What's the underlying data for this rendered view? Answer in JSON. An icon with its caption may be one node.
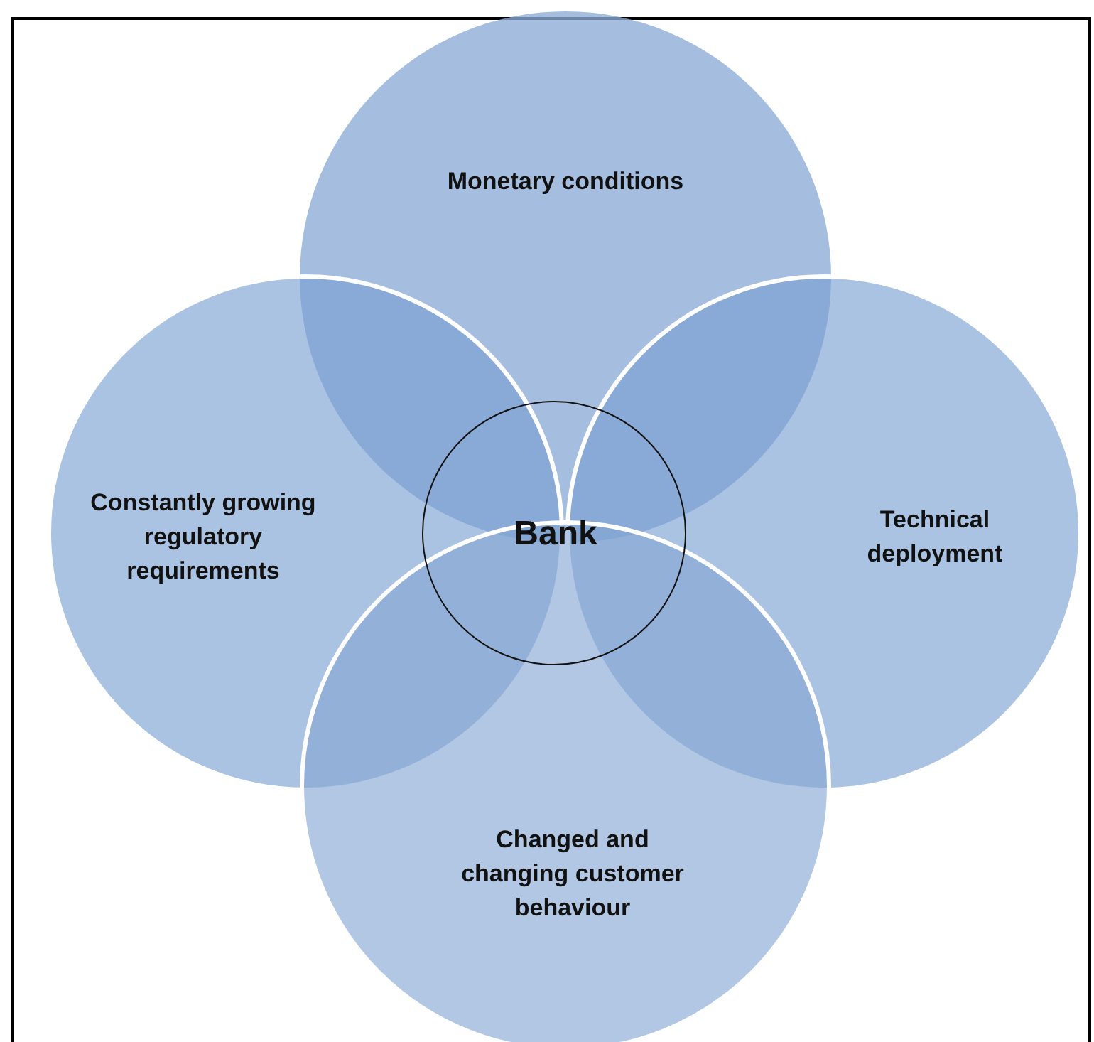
{
  "diagram": {
    "nodes": [
      {
        "text": [
          "Monetary conditions"
        ]
      },
      {
        "text": [
          "Constantly growing regulatory requirements"
        ]
      },
      {
        "text": [
          "Technical deployment"
        ]
      },
      {
        "text": [
          "Changed and changing customer behaviour"
        ]
      },
      {
        "text": [
          "Bank"
        ]
      }
    ]
  }
}
